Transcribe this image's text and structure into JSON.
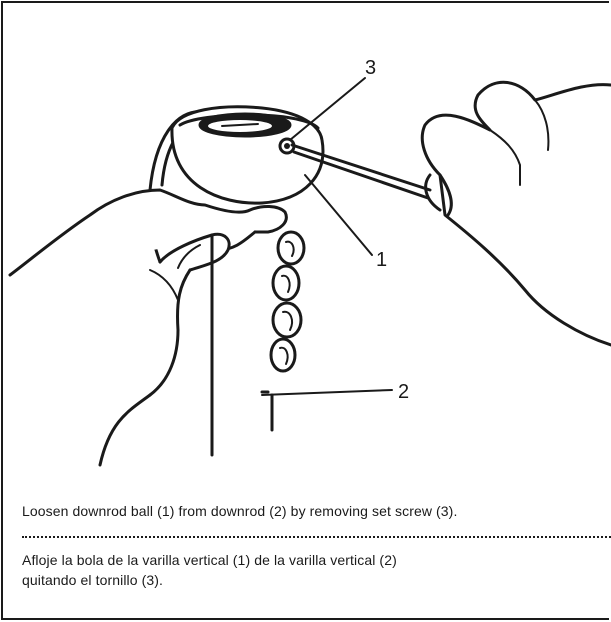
{
  "illustration": {
    "callouts": [
      "3",
      "1",
      "2"
    ]
  },
  "captions": {
    "english": "Loosen downrod ball (1) from downrod (2) by removing set screw (3).",
    "spanish_line1": "Afloje la bola de la varilla vertical (1) de la varilla vertical (2)",
    "spanish_line2": "quitando el tornillo (3)."
  }
}
